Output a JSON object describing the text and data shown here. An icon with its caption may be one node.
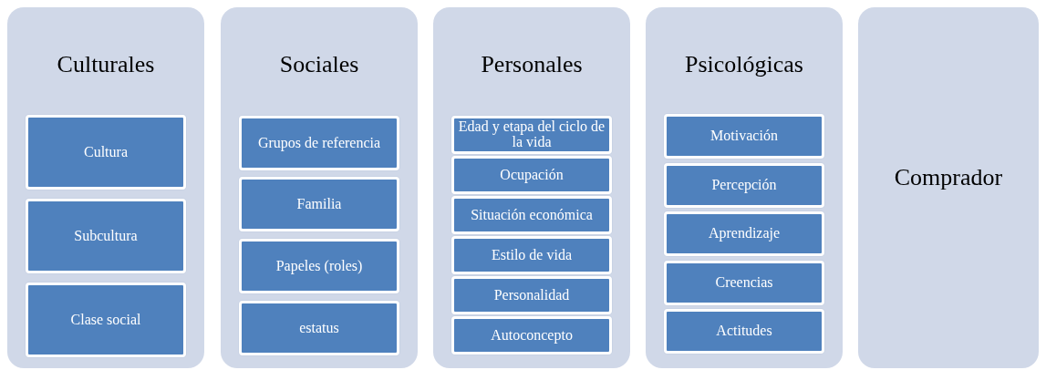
{
  "diagram": {
    "nodes": [
      {
        "text": [
          "Culturales"
        ]
      },
      {
        "text": [
          "Cultura"
        ],
        "in": 0
      },
      {
        "text": [
          "Subcultura"
        ],
        "in": 0
      },
      {
        "text": [
          "Clase social"
        ],
        "in": 0
      },
      {
        "text": [
          "Sociales"
        ]
      },
      {
        "text": [
          "Grupos de referencia"
        ],
        "in": 4
      },
      {
        "text": [
          "Familia"
        ],
        "in": 4
      },
      {
        "text": [
          "Papeles (roles)"
        ],
        "in": 4
      },
      {
        "text": [
          "estatus"
        ],
        "in": 4
      },
      {
        "text": [
          "Personales"
        ]
      },
      {
        "text": [
          "Edad y etapa del ciclo de la vida"
        ],
        "in": 9
      },
      {
        "text": [
          "Ocupación"
        ],
        "in": 9
      },
      {
        "text": [
          "Situación económica"
        ],
        "in": 9
      },
      {
        "text": [
          "Estilo de vida"
        ],
        "in": 9
      },
      {
        "text": [
          "Personalidad"
        ],
        "in": 9
      },
      {
        "text": [
          "Autoconcepto"
        ],
        "in": 9
      },
      {
        "text": [
          "Psicológicas"
        ]
      },
      {
        "text": [
          "Motivación"
        ],
        "in": 16
      },
      {
        "text": [
          "Percepción"
        ],
        "in": 16
      },
      {
        "text": [
          "Aprendizaje"
        ],
        "in": 16
      },
      {
        "text": [
          "Creencias"
        ],
        "in": 16
      },
      {
        "text": [
          "Actitudes"
        ],
        "in": 16
      },
      {
        "text": [
          "Comprador"
        ]
      }
    ],
    "edges": []
  }
}
